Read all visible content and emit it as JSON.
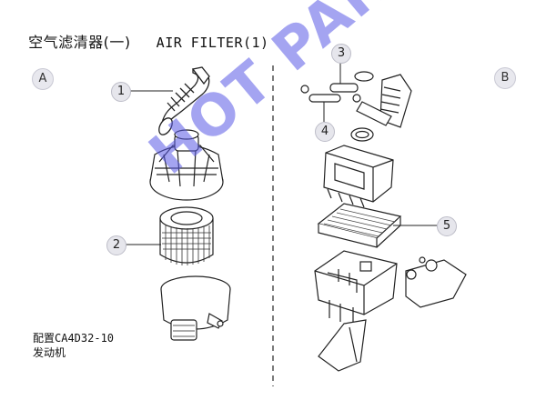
{
  "title": {
    "zh": "空气滤清器(一)",
    "en": "AIR FILTER(1)"
  },
  "sections": {
    "a": "A",
    "b": "B"
  },
  "callouts": {
    "c1": "1",
    "c2": "2",
    "c3": "3",
    "c4": "4",
    "c5": "5"
  },
  "note": {
    "line1": "配置CA4D32-10",
    "line2": "发动机"
  },
  "watermark": "HOT PARTS",
  "colors": {
    "watermark": "#5a5ae6",
    "line": "#222222",
    "badge": "#e6e6ec"
  }
}
